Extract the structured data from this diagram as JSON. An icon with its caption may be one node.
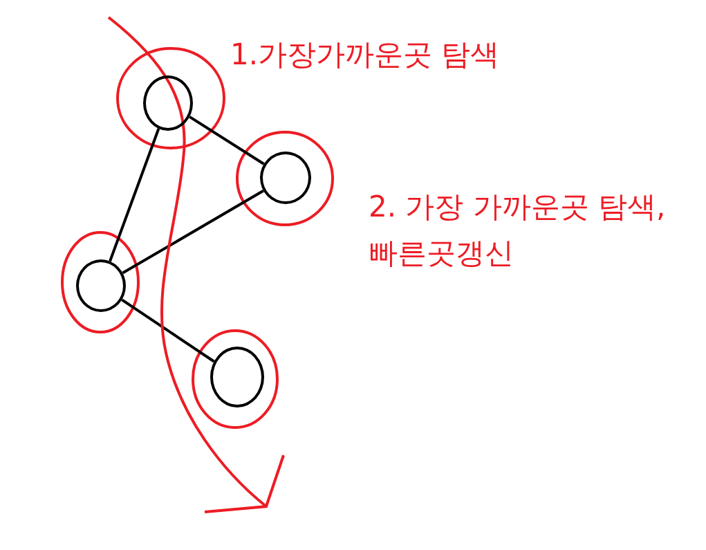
{
  "diagram": {
    "nodes": [
      {
        "text": [],
        "shape": "circle"
      },
      {
        "text": [],
        "shape": "circle"
      },
      {
        "text": [],
        "shape": "circle"
      },
      {
        "text": [],
        "shape": "circle"
      }
    ],
    "edges": [
      {
        "from": 0,
        "to": 1,
        "arrow": "none"
      },
      {
        "from": 0,
        "to": 2,
        "arrow": "none"
      },
      {
        "from": 1,
        "to": 2,
        "arrow": "none"
      },
      {
        "from": 2,
        "to": 3,
        "arrow": "none"
      }
    ],
    "labels": [
      "1.가장가까운곳 탐색",
      "2. 가장 가까운곳 탐색, 빠른곳갱신"
    ]
  }
}
